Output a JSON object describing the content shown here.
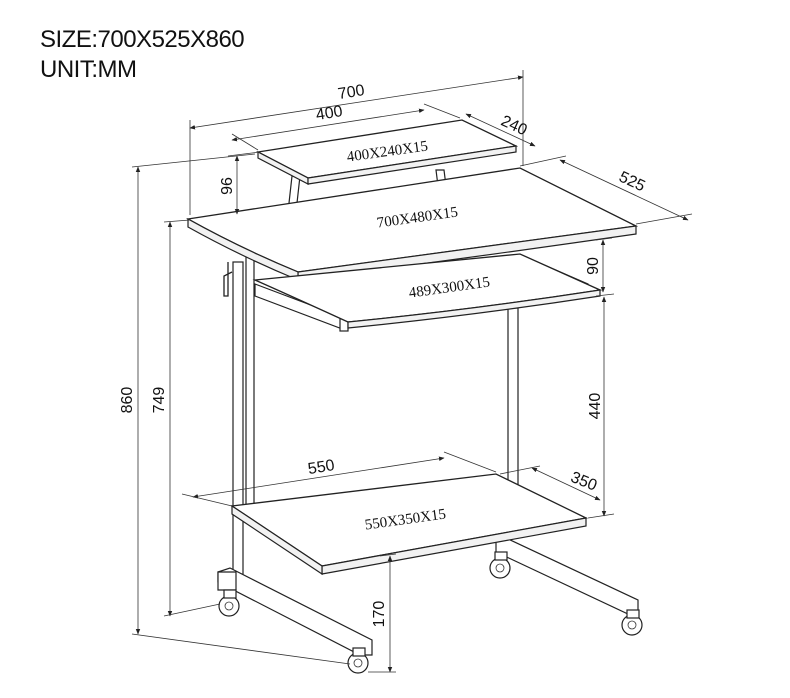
{
  "spec": {
    "size": "SIZE:700X525X860",
    "unit": "UNIT:MM"
  },
  "dimensions": {
    "total_width": "700",
    "shelf_width": "400",
    "shelf_depth": "240",
    "depth": "525",
    "shelf_height": "96",
    "keyboard_gap": "90",
    "total_height": "860",
    "desk_height": "749",
    "keyboard_to_bottom": "440",
    "bottom_width": "550",
    "bottom_depth": "350",
    "bottom_clearance": "170"
  },
  "panels": {
    "top_shelf": "400X240X15",
    "desktop": "700X480X15",
    "keyboard_tray": "489X300X15",
    "bottom_shelf": "550X350X15"
  }
}
